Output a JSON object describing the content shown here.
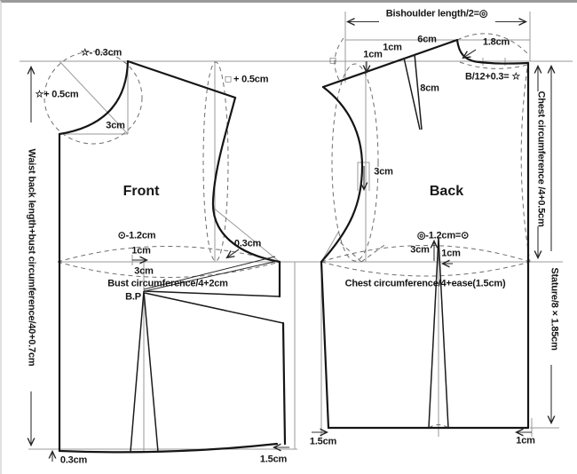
{
  "front": {
    "title": "Front",
    "neck_top": "☆- 0.3cm",
    "neck_side": "☆+ 0.5cm",
    "neck_diagonal": "3cm",
    "armhole_depth": "□ + 0.5cm",
    "bust_reduction": "⊙-1.2cm",
    "dart_shift_1cm": "1cm",
    "dart_shift_3cm": "3cm",
    "bust_width_formula": "Bust circumference/4+2cm",
    "bust_point": "B.P",
    "side_dart_gap": "0.3cm",
    "hem_left": "0.3cm",
    "hem_right": "1.5cm"
  },
  "back": {
    "title": "Back",
    "square_symbol": "□",
    "shoulder_drop": "1cm",
    "dart_width": "1cm",
    "shoulder_segment": "6cm",
    "neck_rise": "1.8cm",
    "neck_width_formula": "B/12+0.3= ☆",
    "shoulder_dart_length": "8cm",
    "armhole_notch": "3cm",
    "bust_reduction": "◎-1.2cm=⊙",
    "dart_above": "3cm",
    "dart_shift": "1cm",
    "chest_width_formula": "Chest circumference/4+ease(1.5cm)",
    "hem_left": "1.5cm",
    "hem_right": "1cm"
  },
  "dimensions": {
    "left_vertical": "Waist back length+bust circumference/40+0.7cm",
    "top_horizontal": "Bishoulder length/2=◎",
    "chest_vertical": "Chest circumference /4+0.5cm",
    "stature_vertical": "Stature/8 × 1.85cm"
  },
  "colors": {
    "outline": "#151515",
    "guide": "#9a9a9a",
    "dashed_guide": "#6e6e6e",
    "background": "#ffffff"
  }
}
